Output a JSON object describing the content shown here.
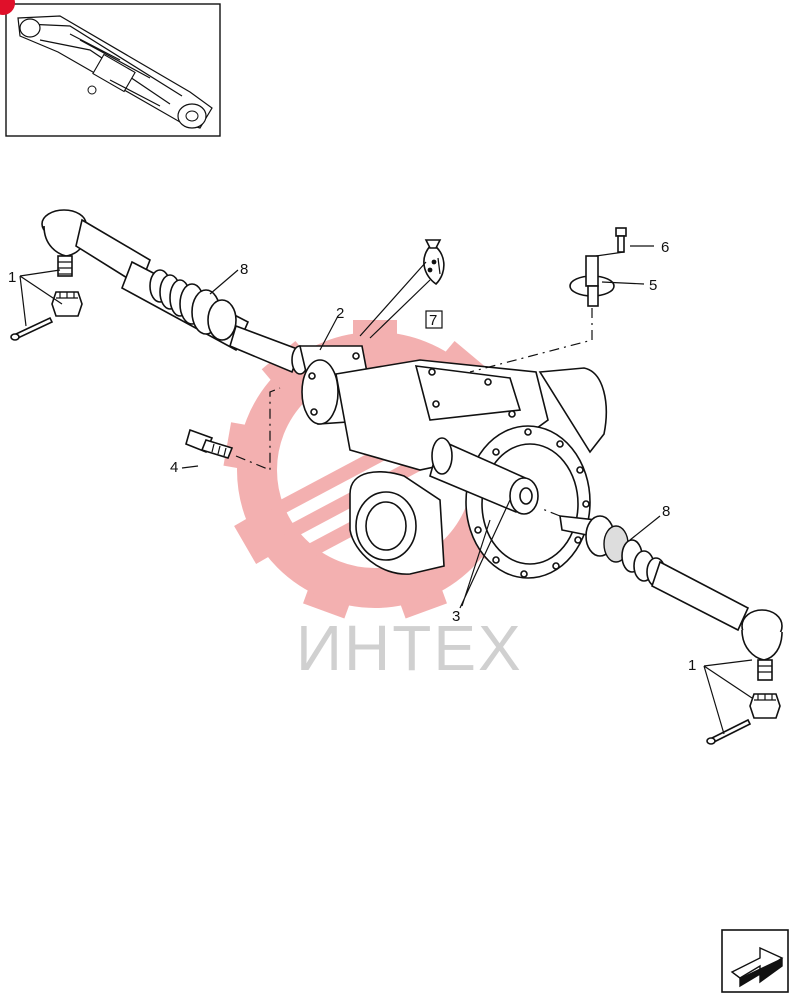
{
  "watermark": {
    "text": "ИНТЕХ",
    "color": "#d0d0d0",
    "logo_color": "#f2a3a3"
  },
  "thumbnail": {
    "icon": "axle-assembly-thumbnail",
    "marker_color": "#e0102a"
  },
  "callouts": {
    "c1_left": "1",
    "c8_left": "8",
    "c2": "2",
    "c7": "7",
    "c6": "6",
    "c5": "5",
    "c4": "4",
    "c3": "3",
    "c8_right": "8",
    "c1_right": "1"
  },
  "nav": {
    "next_icon": "next-page-arrow-icon"
  }
}
